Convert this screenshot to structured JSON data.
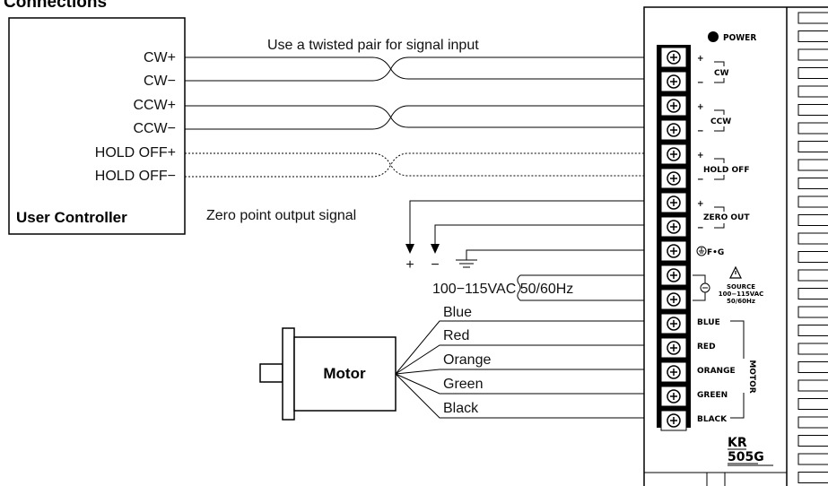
{
  "title": "Connections",
  "twisted_pair_note": "Use a twisted pair for signal input",
  "controller": {
    "name": "User Controller",
    "outputs": [
      "CW+",
      "CW−",
      "CCW+",
      "CCW−",
      "HOLD OFF+",
      "HOLD OFF−"
    ]
  },
  "zero_point_label": "Zero point output signal",
  "zero_plus": "+",
  "zero_minus": "−",
  "power_supply_label": "100−115VAC 50/60Hz",
  "motor": {
    "name": "Motor",
    "wires": [
      "Blue",
      "Red",
      "Orange",
      "Green",
      "Black"
    ]
  },
  "driver": {
    "power_label": "POWER",
    "groups": {
      "cw": "CW",
      "ccw": "CCW",
      "hold_off": "HOLD OFF",
      "zero_out": "ZERO OUT",
      "fg": "F•G",
      "source_title": "SOURCE",
      "source_range": "100−115VAC",
      "source_freq": "50/60Hz",
      "motor": "MOTOR"
    },
    "plus": "+",
    "minus": "−",
    "motor_terminals": [
      "BLUE",
      "RED",
      "ORANGE",
      "GREEN",
      "BLACK"
    ],
    "model_line1": "KR",
    "model_line2": "505G"
  }
}
